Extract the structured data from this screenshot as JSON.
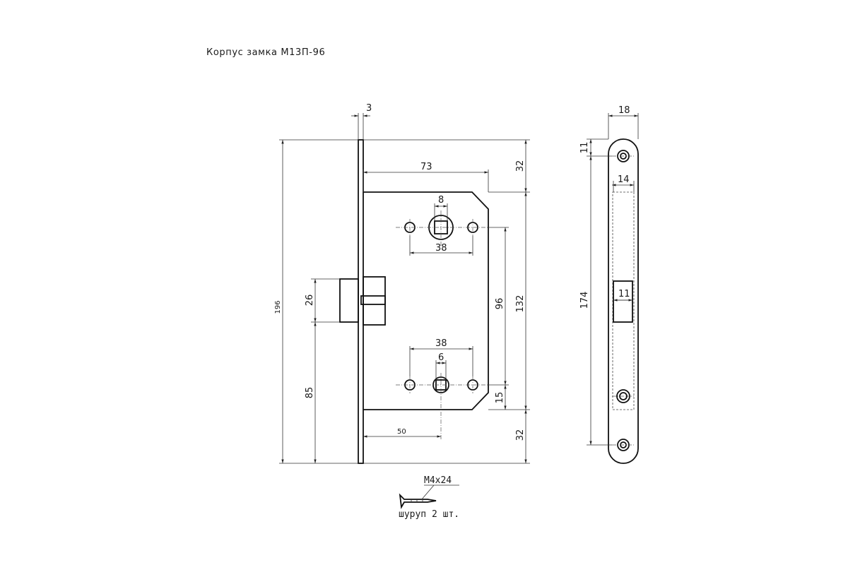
{
  "title": "Корпус замка М13П-96",
  "front_view": {
    "dims": {
      "plate_thickness": "3",
      "backset_width": "73",
      "top_offset": "32",
      "handle_square": "8",
      "handle_spacing": "38",
      "center_distance": "96",
      "body_height": "132",
      "total_height": "196",
      "latch_height": "26",
      "latch_position": "85",
      "lower_spacing": "38",
      "lower_square": "6",
      "backset": "50",
      "lower_offset": "15",
      "bottom_offset": "32"
    }
  },
  "side_view": {
    "dims": {
      "plate_width": "18",
      "hole_offset": "11",
      "inner_width": "14",
      "hole_spacing": "174",
      "latch_slot": "11"
    }
  },
  "screw": {
    "size": "М4х24",
    "caption": "шуруп 2 шт."
  }
}
